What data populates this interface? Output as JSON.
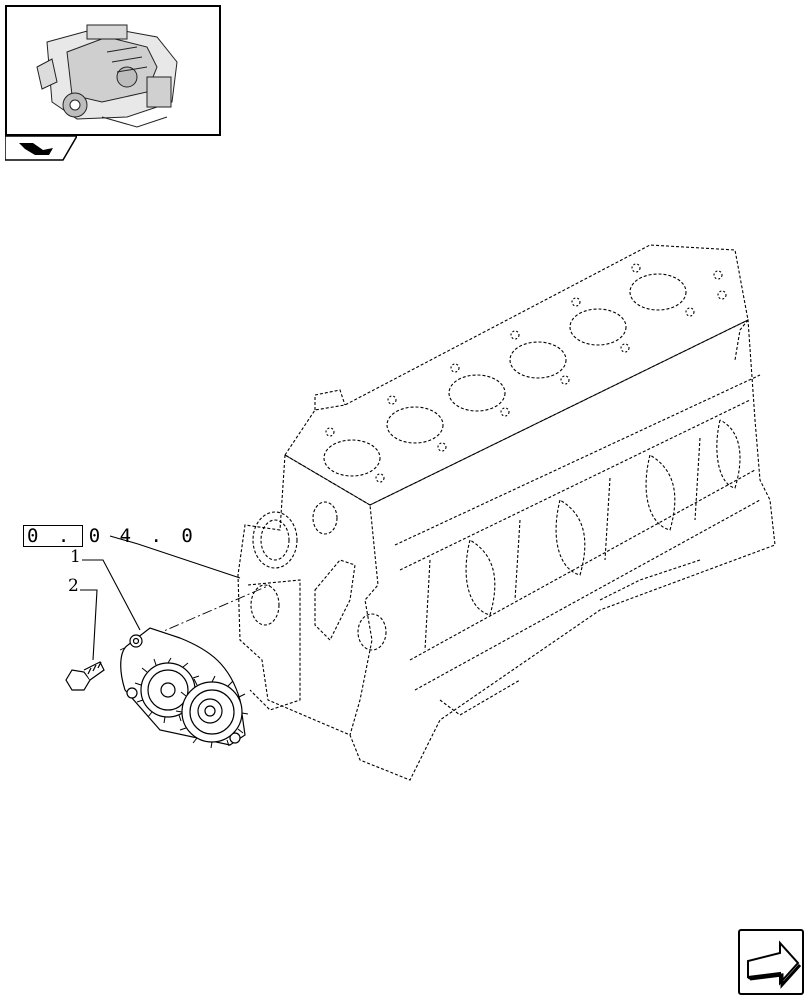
{
  "reference_code": "0 . 0 4 . 0",
  "callouts": [
    {
      "number": "1",
      "part": "oil-pump"
    },
    {
      "number": "2",
      "part": "bolt"
    }
  ],
  "icons": {
    "thumbnail": "engine-thumbnail-icon",
    "section_tab": "section-tab-icon",
    "next_page": "next-page-arrow-icon"
  }
}
